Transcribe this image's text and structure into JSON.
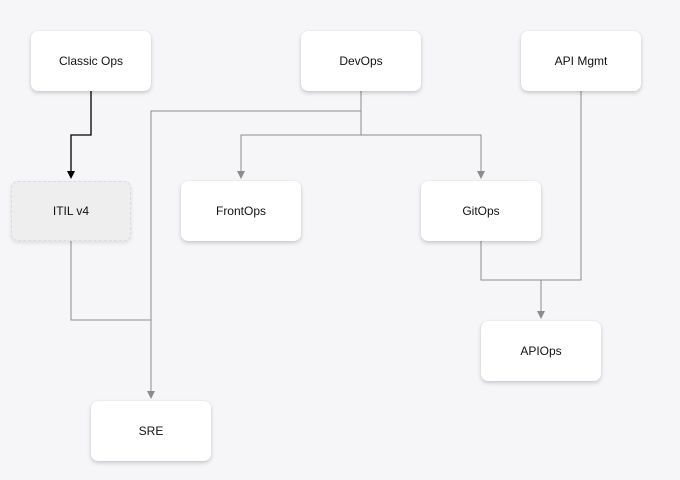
{
  "diagram": {
    "nodes": [
      {
        "id": "classic",
        "label": "Classic Ops"
      },
      {
        "id": "devops",
        "label": "DevOps"
      },
      {
        "id": "api",
        "label": "API Mgmt"
      },
      {
        "id": "itil",
        "label": "ITIL v4"
      },
      {
        "id": "frontops",
        "label": "FrontOps"
      },
      {
        "id": "gitops",
        "label": "GitOps"
      },
      {
        "id": "apiops",
        "label": "APIOps"
      },
      {
        "id": "sre",
        "label": "SRE"
      }
    ],
    "edges": [
      {
        "from": "classic",
        "to": "itil"
      },
      {
        "from": "devops",
        "to": "frontops"
      },
      {
        "from": "devops",
        "to": "gitops"
      },
      {
        "from": "devops",
        "to": "sre"
      },
      {
        "from": "itil",
        "to": "sre"
      },
      {
        "from": "gitops",
        "to": "apiops"
      },
      {
        "from": "api",
        "to": "apiops"
      }
    ],
    "colors": {
      "edge": "#8c8c8c",
      "edge_highlight": "#000000",
      "node_fill": "#ffffff",
      "node_fill_dashed": "#eeeeee",
      "background": "#f6f6f9"
    }
  }
}
